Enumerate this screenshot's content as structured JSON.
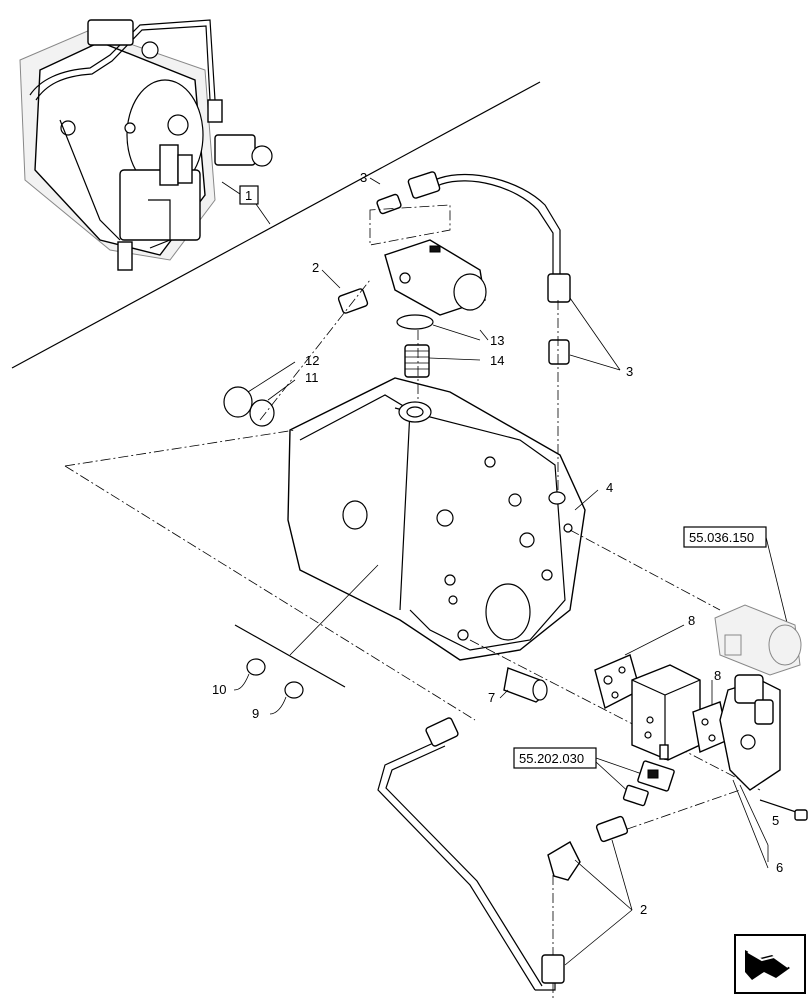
{
  "callouts": {
    "c1": "1",
    "c2_top": "2",
    "c3_top": "3",
    "c13": "13",
    "c14": "14",
    "c3_right": "3",
    "c12": "12",
    "c11": "11",
    "c4": "4",
    "ref_55036150": "55.036.150",
    "c8_a": "8",
    "c8_b": "8",
    "c10": "10",
    "c9": "9",
    "c7": "7",
    "ref_55202030": "55.202.030",
    "c5": "5",
    "c6": "6",
    "c2_bottom": "2"
  },
  "icons": {
    "nav": "next-page-arrow-icon"
  }
}
